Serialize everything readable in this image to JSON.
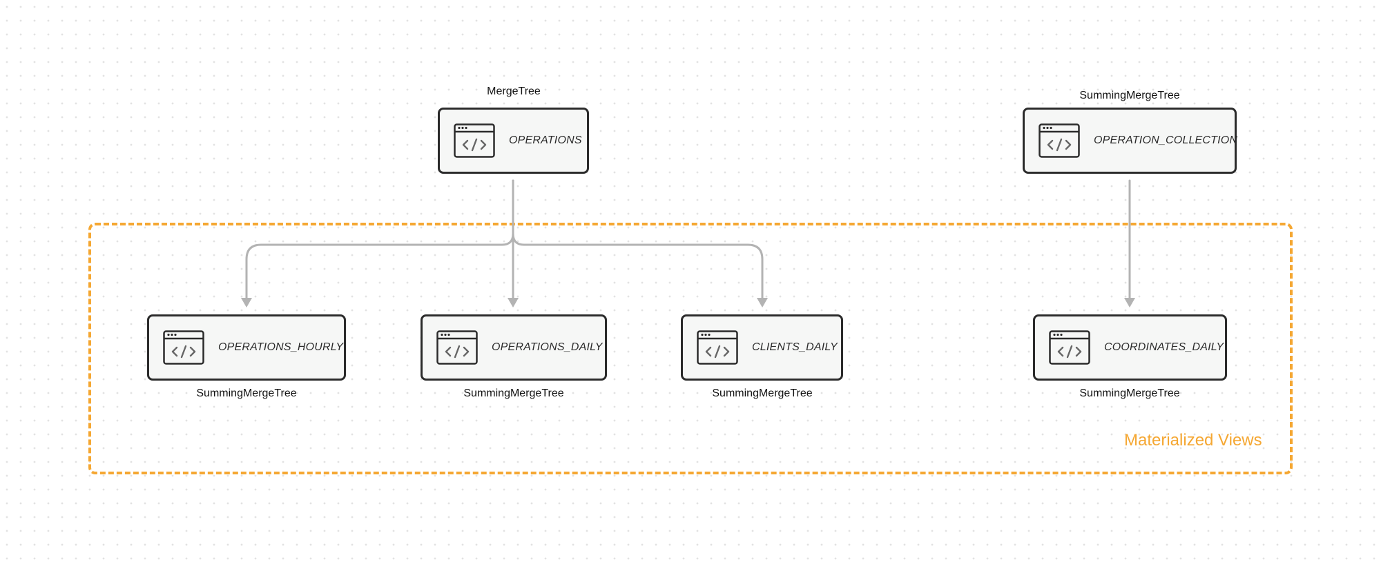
{
  "group": {
    "label": "Materialized Views",
    "color": "#f5a732"
  },
  "sources": [
    {
      "name": "OPERATIONS",
      "engine": "MergeTree"
    },
    {
      "name": "OPERATION_COLLECTION",
      "engine": "SummingMergeTree"
    }
  ],
  "views": [
    {
      "name": "OPERATIONS_HOURLY",
      "engine": "SummingMergeTree"
    },
    {
      "name": "OPERATIONS_DAILY",
      "engine": "SummingMergeTree"
    },
    {
      "name": "CLIENTS_DAILY",
      "engine": "SummingMergeTree"
    },
    {
      "name": "COORDINATES_DAILY",
      "engine": "SummingMergeTree"
    }
  ],
  "icon": "code-window-icon",
  "colors": {
    "node_border": "#2b2b2b",
    "node_fill": "#f6f7f6",
    "connector": "#b3b3b3"
  }
}
